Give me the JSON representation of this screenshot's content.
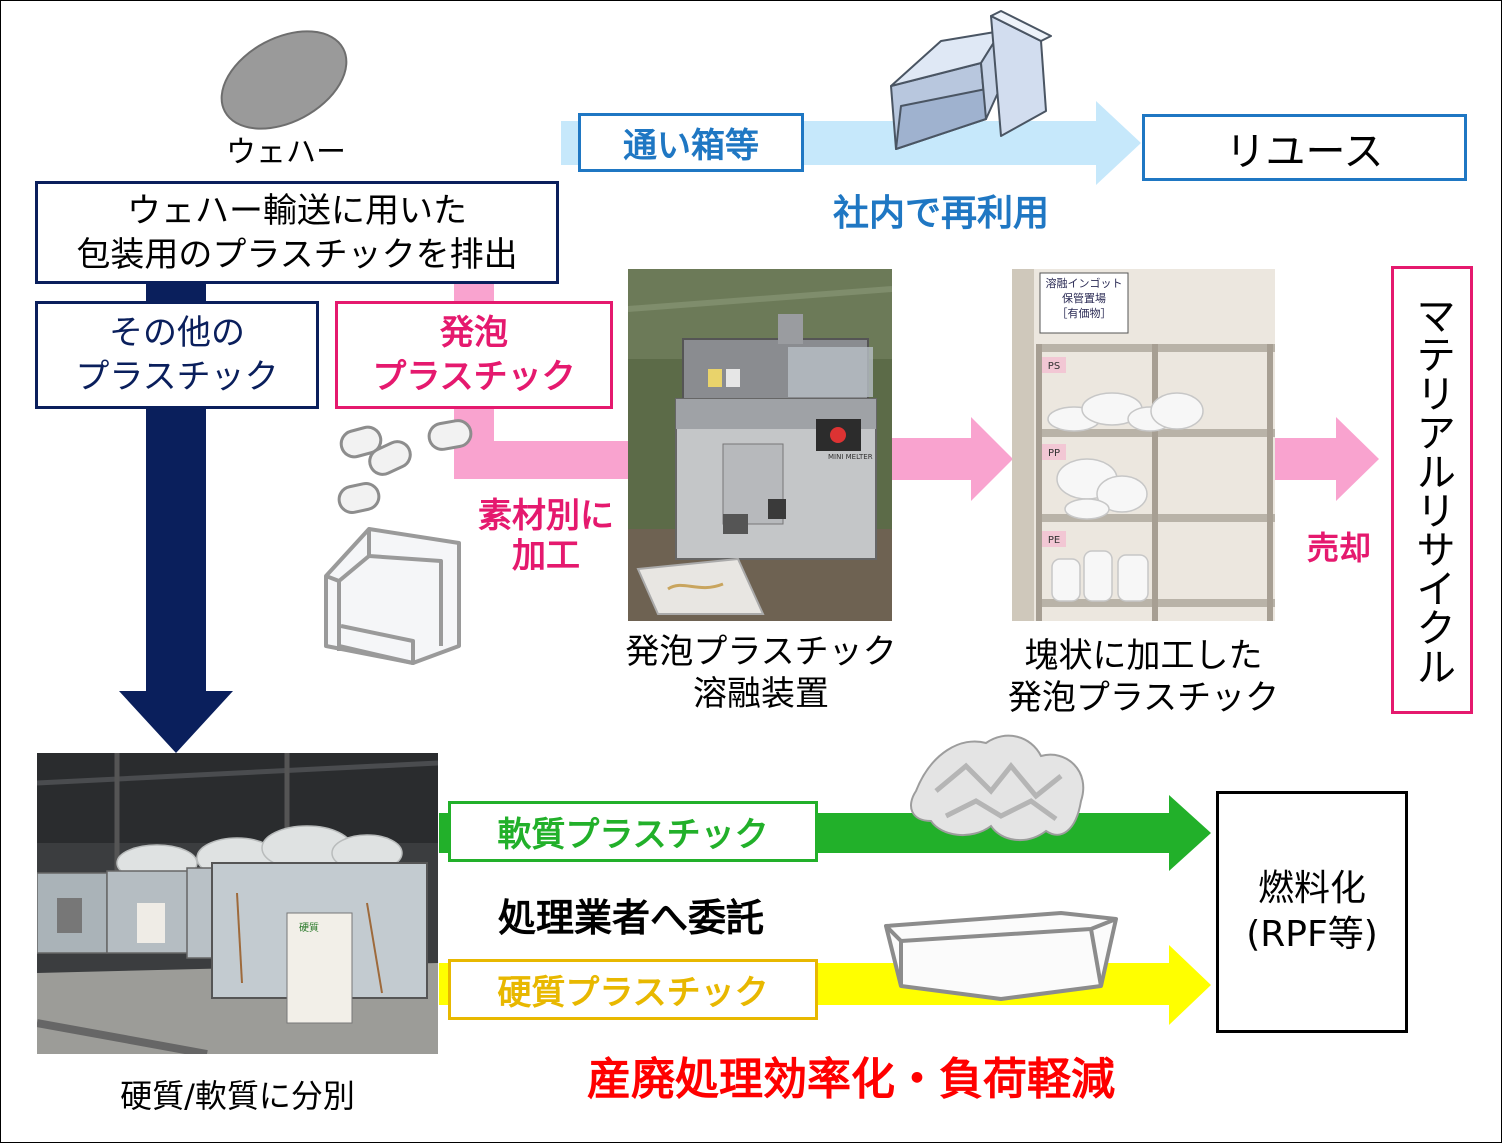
{
  "wafer_label": "ウェハー",
  "plastic_discharge": [
    "ウェハー輸送に用いた",
    "包装用のプラスチックを排出"
  ],
  "reuse": {
    "box_label": "通い箱等",
    "caption": "社内で再利用",
    "result": "リユース"
  },
  "other_plastic": [
    "その他の",
    "プラスチック"
  ],
  "foam": {
    "label": [
      "発泡",
      "プラスチック"
    ],
    "process_caption": [
      "素材別に",
      "加工"
    ],
    "melter_caption": [
      "発泡プラスチック",
      "溶融装置"
    ],
    "ingot_caption": [
      "塊状に加工した",
      "発泡プラスチック"
    ],
    "sale": "売却",
    "result": "マテリアルリサイクル"
  },
  "photos": {
    "shelf_sign": [
      "溶融インゴット",
      "保管置場",
      "［有価物］"
    ],
    "shelf_tags": [
      "PS",
      "PP",
      "PE"
    ],
    "machine_tag": "MINI MELTER",
    "container_tag": "硬質"
  },
  "separation_caption": "硬質/軟質に分別",
  "soft_plastic": "軟質プラスチック",
  "hard_plastic": "硬質プラスチック",
  "contractor": "処理業者へ委託",
  "fuel": [
    "燃料化",
    "(RPF等)"
  ],
  "efficiency": "産廃処理効率化・負荷軽減",
  "colors": {
    "navy": "#0a1f5c",
    "blue": "#1f77c3",
    "light_blue": "#c6e8fb",
    "magenta": "#e5196e",
    "pink": "#f9a3cf",
    "green": "#22b02a",
    "yellow": "#ffff00",
    "gold": "#e8b800",
    "red": "#ff0000"
  }
}
